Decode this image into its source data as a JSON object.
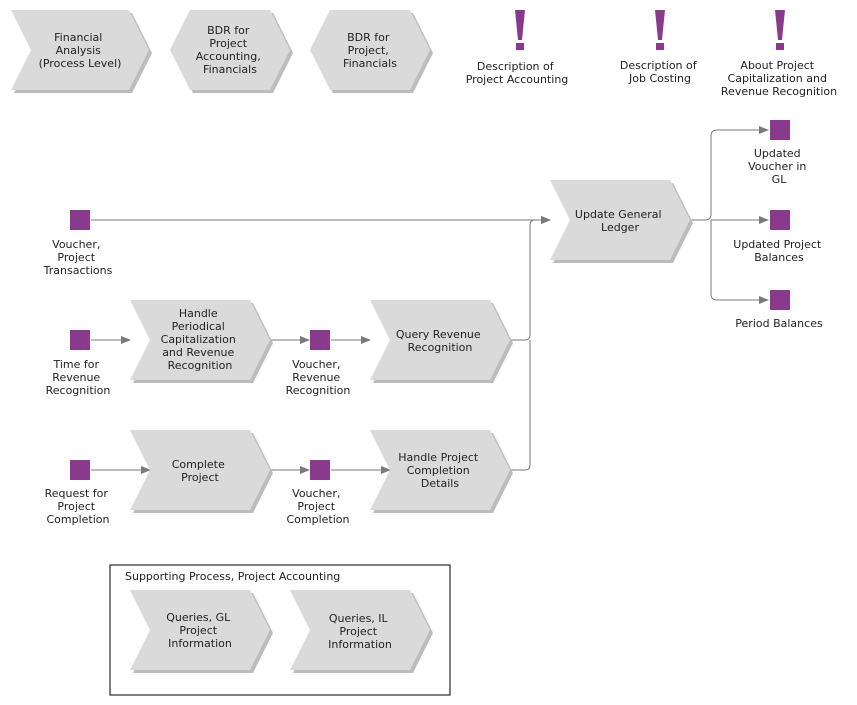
{
  "colors": {
    "process_fill": "#dadadb",
    "process_shadow": "#bcbcbe",
    "event_fill": "#8a3a8c",
    "connector": "#7a7a7a",
    "text": "#222222"
  },
  "header": {
    "financial_analysis": [
      "Financial",
      "Analysis",
      "(Process Level)"
    ],
    "bdr_project_accounting": [
      "BDR for",
      "Project",
      "Accounting,",
      "Financials"
    ],
    "bdr_project": [
      "BDR for",
      "Project,",
      "Financials"
    ],
    "desc_project_accounting": [
      "Description of",
      "Project Accounting"
    ],
    "desc_job_costing": [
      "Description of",
      "Job Costing"
    ],
    "about_capitalization": [
      "About Project",
      "Capitalization and",
      "Revenue Recognition"
    ]
  },
  "flow": {
    "voucher_project_transactions": [
      "Voucher,",
      "Project",
      "Transactions"
    ],
    "update_general_ledger": [
      "Update General",
      "Ledger"
    ],
    "updated_voucher_gl": [
      "Updated",
      "Voucher in",
      "GL"
    ],
    "updated_project_balances": [
      "Updated Project",
      "Balances"
    ],
    "period_balances": [
      "Period Balances"
    ],
    "time_for_revenue_recognition": [
      "Time for",
      "Revenue",
      "Recognition"
    ],
    "handle_periodical_capitalization": [
      "Handle",
      "Periodical",
      "Capitalization",
      "and Revenue",
      "Recognition"
    ],
    "voucher_revenue_recognition": [
      "Voucher,",
      "Revenue",
      "Recognition"
    ],
    "query_revenue_recognition": [
      "Query Revenue",
      "Recognition"
    ],
    "request_project_completion": [
      "Request for",
      "Project",
      "Completion"
    ],
    "complete_project": [
      "Complete",
      "Project"
    ],
    "voucher_project_completion": [
      "Voucher,",
      "Project",
      "Completion"
    ],
    "handle_project_completion": [
      "Handle Project",
      "Completion",
      "Details"
    ]
  },
  "supporting": {
    "title": "Supporting Process, Project Accounting",
    "queries_gl": [
      "Queries, GL",
      "Project",
      "Information"
    ],
    "queries_il": [
      "Queries, IL",
      "Project",
      "Information"
    ]
  }
}
